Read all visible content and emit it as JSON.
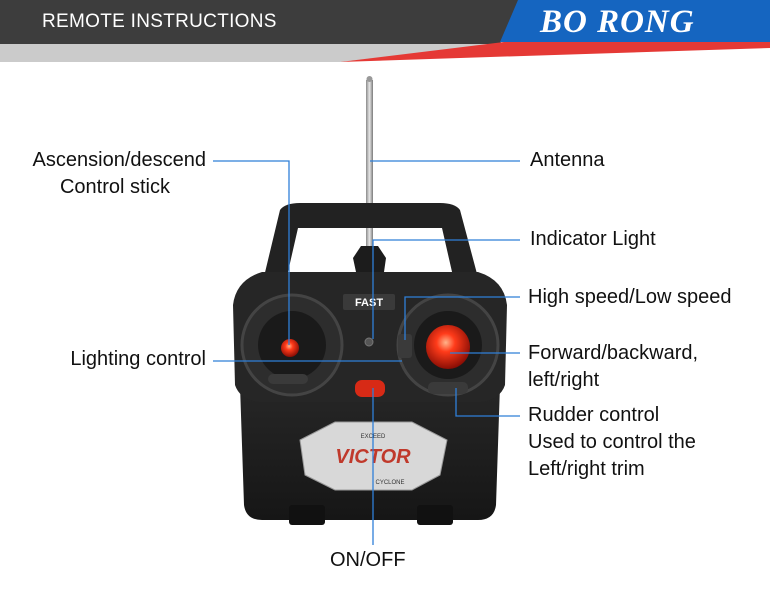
{
  "header": {
    "title": "REMOTE INSTRUCTIONS",
    "brand": "BO RONG",
    "colors": {
      "dark": "#3a3a3a",
      "brand_blue": "#1565c0",
      "accent_red": "#e53935"
    }
  },
  "device": {
    "panel_text": "FAST",
    "badge_small": "EXCEED",
    "badge_name": "VICTOR",
    "badge_sub": "CYCLONE"
  },
  "labels": {
    "ascension": [
      "Ascension/descend",
      "Control stick"
    ],
    "lighting": "Lighting control",
    "antenna": "Antenna",
    "indicator": "Indicator Light",
    "speed": "High speed/Low speed",
    "forward": [
      "Forward/backward,",
      "left/right"
    ],
    "rudder": [
      "Rudder control",
      "Used to control the",
      "Left/right trim"
    ],
    "onoff": "ON/OFF"
  },
  "leader_color": "#2f7fd8"
}
